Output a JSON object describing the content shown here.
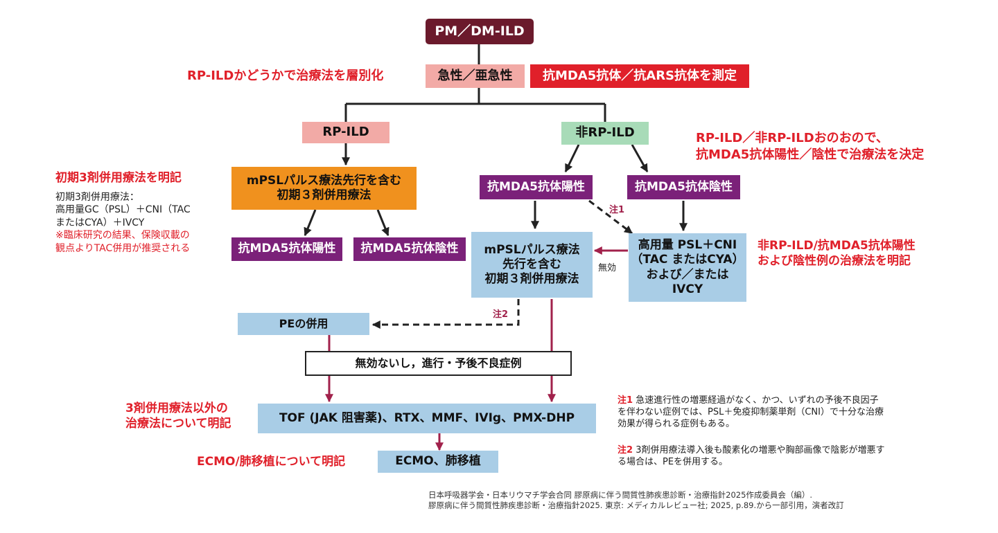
{
  "root": "PM／DM-ILD",
  "stage1": "急性／亜急性",
  "antibody_box": "抗MDA5抗体／抗ARS抗体を測定",
  "note_stratify": "RP-ILDかどうかで治療法を層別化",
  "rp_ild": "RP-ILD",
  "non_rp_ild": "非RP-ILD",
  "note_decide": [
    "RP-ILD／非RP-ILDおのおので、",
    "抗MDA5抗体陽性／陰性で治療法を決定"
  ],
  "note_triple_title": "初期3剤併用療法を明記",
  "triple_desc": [
    "初期3剤併用療法：",
    "高用量GC（PSL）＋CNI（TAC",
    "またはCYA）＋IVCY"
  ],
  "triple_recommend": [
    "※臨床研究の結果、保険収載の",
    "観点よりTAC併用が推奨される"
  ],
  "rp_treatment": [
    "mPSLパルス療法先行を含む",
    "初期３剤併用療法"
  ],
  "rp_pos": "抗MDA5抗体陽性",
  "rp_neg": "抗MDA5抗体陰性",
  "nrp_pos": "抗MDA5抗体陽性",
  "nrp_neg": "抗MDA5抗体陰性",
  "nrp_pulse": [
    "mPSLパルス療法",
    "先行を含む",
    "初期３剤併用療法"
  ],
  "high_dose": [
    "高用量 PSL＋CNI",
    "（TAC またはCYA）",
    "および／または",
    "IVCY"
  ],
  "note_nonrp": [
    "非RP-ILD/抗MDA5抗体陽性",
    "および陰性例の治療法を明記"
  ],
  "label_note1": "注1",
  "label_note2": "注2",
  "label_ineffective": "無効",
  "pe": "PEの併用",
  "progress": "無効ないし，進行・予後不良症例",
  "note_other": [
    "3剤併用療法以外の",
    "治療法について明記"
  ],
  "other_treatments": "TOF (JAK 阻害薬)、RTX、MMF、IVIg、PMX-DHP",
  "note_ecmo": "ECMO/肺移植について明記",
  "ecmo": "ECMO、肺移植",
  "footnote1_label": "注1",
  "footnote1": [
    "急速進行性の増悪経過がなく、かつ、いずれの予後不良因子",
    "を伴わない症例では、PSL＋免疫抑制薬単剤（CNI）で十分な治療",
    "効果が得られる症例もある。"
  ],
  "footnote2_label": "注2",
  "footnote2": [
    "3剤併用療法導入後も酸素化の増悪や胸部画像で陰影が増悪す",
    "る場合は、PEを併用する。"
  ],
  "citation": [
    "日本呼吸器学会・日本リウマチ学会合同 膠原病に伴う間質性肺疾患診断・治療指針2025作成委員会（編）.",
    "膠原病に伴う間質性肺疾患診断・治療指針2025. 東京: メディカルレビュー社; 2025, p.89.から一部引用，演者改訂"
  ],
  "colors": {
    "root": "#6b1a2c",
    "pink": "#f2aaa6",
    "red": "#e0202a",
    "green": "#a8dbb8",
    "orange": "#f0911e",
    "purple": "#7b2179",
    "blue": "#a9cde6",
    "crimson": "#a1214b"
  }
}
